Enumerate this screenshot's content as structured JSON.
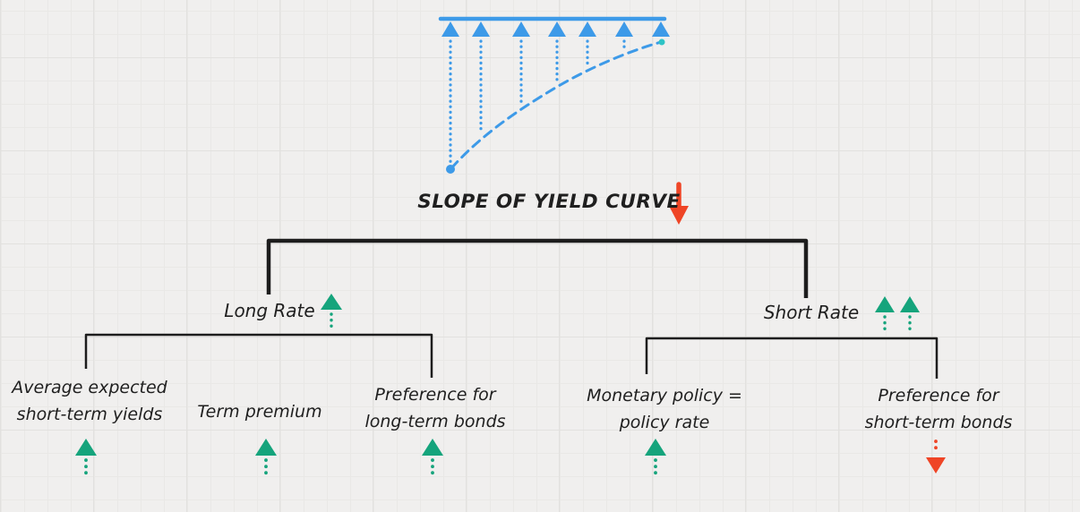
{
  "app": {
    "surface": "whiteboard-canvas",
    "background_color": "#f0efee",
    "colors": {
      "blue": "#3d9ae8",
      "green": "#15a47c",
      "red": "#ef4526",
      "black": "#1d1d1d",
      "cyan": "#2ec4c6",
      "text": "#1f1f1f"
    }
  },
  "diagram": {
    "sketch": {
      "name": "flattening-yield-curve-sketch",
      "description_icons": [
        "flat-line",
        "up-arrows",
        "dashed-rising-curve"
      ]
    },
    "title": {
      "text": "SLOPE OF YIELD CURVE",
      "trend_icon": "down-arrow",
      "trend_color": "#ef4526"
    },
    "long_branch": {
      "label": "Long Rate",
      "trend_icons": [
        "up-arrow"
      ],
      "trend_color": "#15a47c",
      "children": [
        {
          "lines": [
            "Average expected",
            "short-term yields"
          ],
          "trend_icon": "up-arrow",
          "trend_color": "#15a47c"
        },
        {
          "lines": [
            "Term premium"
          ],
          "trend_icon": "up-arrow",
          "trend_color": "#15a47c"
        },
        {
          "lines": [
            "Preference for",
            "long-term bonds"
          ],
          "trend_icon": "up-arrow",
          "trend_color": "#15a47c"
        }
      ]
    },
    "short_branch": {
      "label": "Short Rate",
      "trend_icons": [
        "up-arrow",
        "up-arrow"
      ],
      "trend_color": "#15a47c",
      "children": [
        {
          "lines": [
            "Monetary policy =",
            "policy rate"
          ],
          "trend_icon": "up-arrow",
          "trend_color": "#15a47c"
        },
        {
          "lines": [
            "Preference for",
            "short-term bonds"
          ],
          "trend_icon": "down-arrow",
          "trend_color": "#ef4526"
        }
      ]
    }
  }
}
